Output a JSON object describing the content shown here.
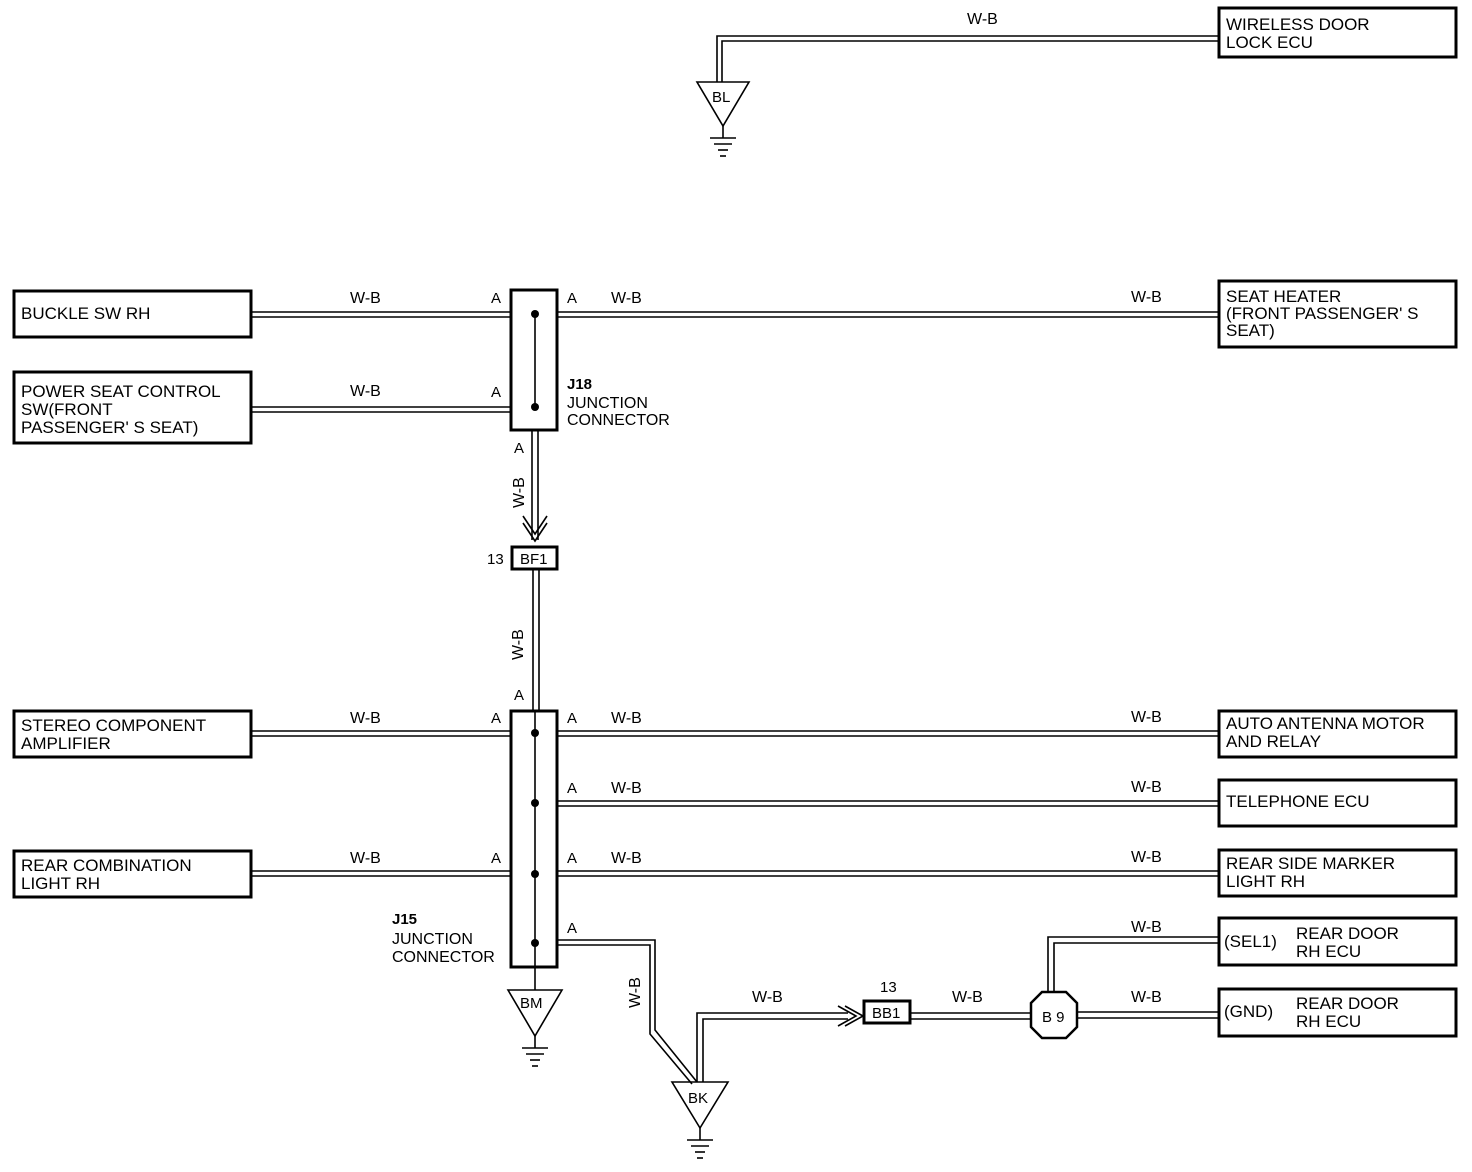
{
  "wire_color": "W-B",
  "components": {
    "wireless_door_lock_ecu": [
      "WIRELESS DOOR",
      "LOCK ECU"
    ],
    "buckle_sw_rh": [
      "BUCKLE SW RH"
    ],
    "power_seat_control_sw": [
      "POWER SEAT CONTROL",
      "SW(FRONT",
      "PASSENGER' S SEAT)"
    ],
    "seat_heater": [
      "SEAT HEATER",
      "(FRONT PASSENGER' S",
      " SEAT)"
    ],
    "stereo_component_amplifier": [
      "STEREO COMPONENT",
      "AMPLIFIER"
    ],
    "auto_antenna_motor_relay": [
      "AUTO ANTENNA MOTOR",
      "AND RELAY"
    ],
    "telephone_ecu": [
      "TELEPHONE ECU"
    ],
    "rear_combination_light_rh": [
      "REAR COMBINATION",
      "LIGHT RH"
    ],
    "rear_side_marker_light_rh": [
      "REAR SIDE MARKER",
      "LIGHT RH"
    ],
    "rear_door_rh_ecu_sel1": {
      "pin": "(SEL1)",
      "name": [
        "REAR DOOR",
        "RH ECU"
      ]
    },
    "rear_door_rh_ecu_gnd": {
      "pin": "(GND)",
      "name": [
        "REAR DOOR",
        "RH ECU"
      ]
    }
  },
  "junctions": {
    "j18": {
      "id": "J18",
      "name": [
        "JUNCTION",
        "CONNECTOR"
      ]
    },
    "j15": {
      "id": "J15",
      "name": [
        "JUNCTION",
        "CONNECTOR"
      ]
    }
  },
  "pin_label": "A",
  "connectors": {
    "bf1": {
      "id": "BF1",
      "pin": "13"
    },
    "bb1": {
      "id": "BB1",
      "pin": "13"
    },
    "b9": {
      "id": "B 9"
    }
  },
  "grounds": {
    "bl": "BL",
    "bm": "BM",
    "bk": "BK"
  }
}
